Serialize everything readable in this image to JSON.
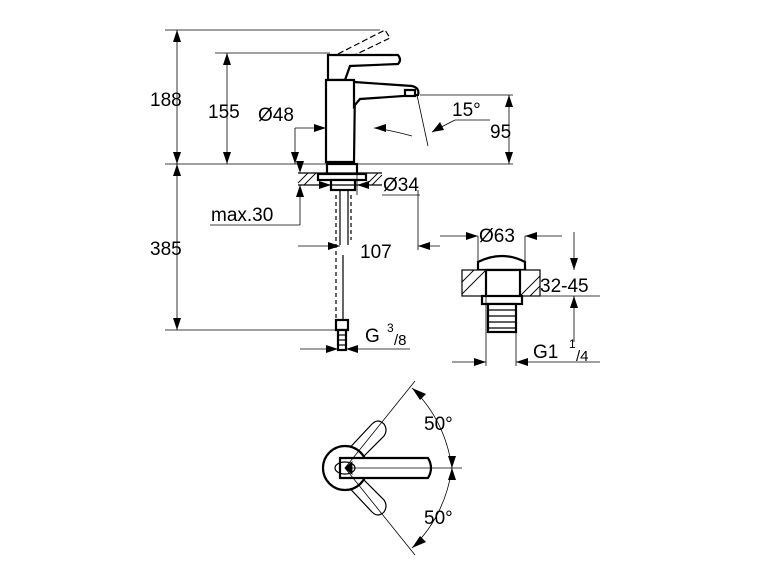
{
  "dimensions": {
    "total_height": "188",
    "spout_height": "155",
    "body_diameter": "Ø48",
    "spout_angle": "15°",
    "outlet_height": "95",
    "hole_diameter": "Ø34",
    "max_thickness": "max.30",
    "hose_length": "385",
    "spout_reach": "107",
    "connection_thread": "G",
    "connection_thread_sup": "3",
    "connection_thread_sub": "/8",
    "waste_diameter": "Ø63",
    "waste_range": "32-45",
    "waste_thread": "G1",
    "waste_thread_sup": "1",
    "waste_thread_sub": "/4",
    "lever_angle_top": "50°",
    "lever_angle_bottom": "50°"
  }
}
